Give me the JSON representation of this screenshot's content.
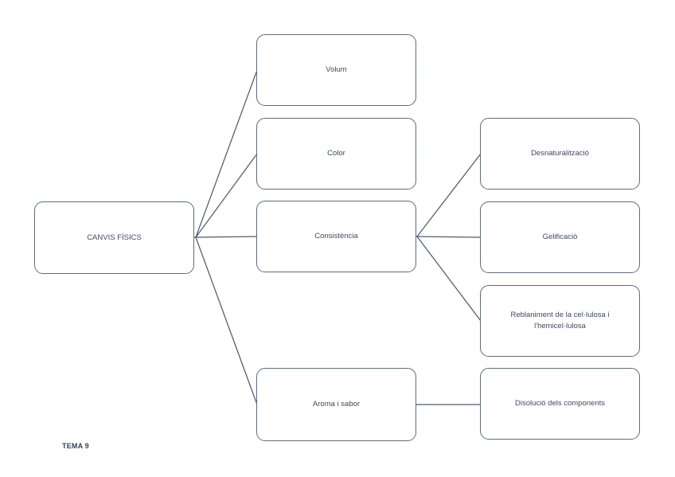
{
  "diagram": {
    "footer_label": "TEMA 9",
    "colors": {
      "connector": "#4d5b72",
      "node_border": "#5d6a80",
      "node_text": "#3d4960",
      "background": "#ffffff"
    },
    "root": {
      "label": "CANVIS FÍSICS"
    },
    "branches": [
      {
        "label": "Volum",
        "children": []
      },
      {
        "label": "Color",
        "children": []
      },
      {
        "label": "Consistència",
        "children": [
          {
            "label": "Desnaturalització"
          },
          {
            "label": "Gelificació"
          },
          {
            "label": "Reblaniment de la cel·lulosa i l'hemicel·lulosa"
          }
        ]
      },
      {
        "label": "Aroma i sabor",
        "children": [
          {
            "label": "Disolució dels components"
          }
        ]
      }
    ]
  }
}
